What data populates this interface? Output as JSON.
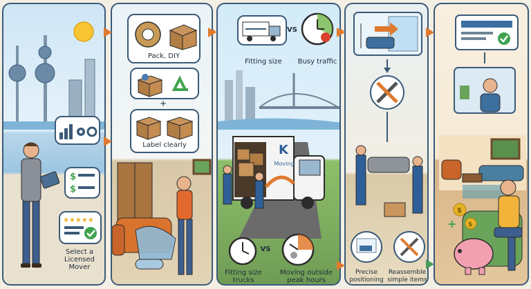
{
  "panel1": {
    "label_lines": [
      "Select a",
      "Licensed",
      "Mover"
    ]
  },
  "panel2": {
    "label_pack": "Pack, DIY",
    "plus": "+",
    "label_label": "Label clearly"
  },
  "panel3": {
    "label_fitting": "Fitting size",
    "vs_top": "VS",
    "label_busy": "Busy traffic",
    "truck_logo_letter": "K",
    "truck_logo_text": "Moving",
    "vs_bottom": "VS",
    "label_trucks_lines": [
      "Fitting size",
      "trucks"
    ],
    "label_peak_lines": [
      "Moving outside",
      "peak hours"
    ]
  },
  "panel4": {
    "label_precise_lines": [
      "Precise",
      "positioning"
    ],
    "label_reassemble_lines": [
      "Reassemble",
      "simple items"
    ]
  },
  "colors": {
    "accent_orange": "#e07a2e",
    "border_blue": "#3a5a78",
    "check_green": "#3fa34d",
    "money_gold": "#e6b325"
  }
}
